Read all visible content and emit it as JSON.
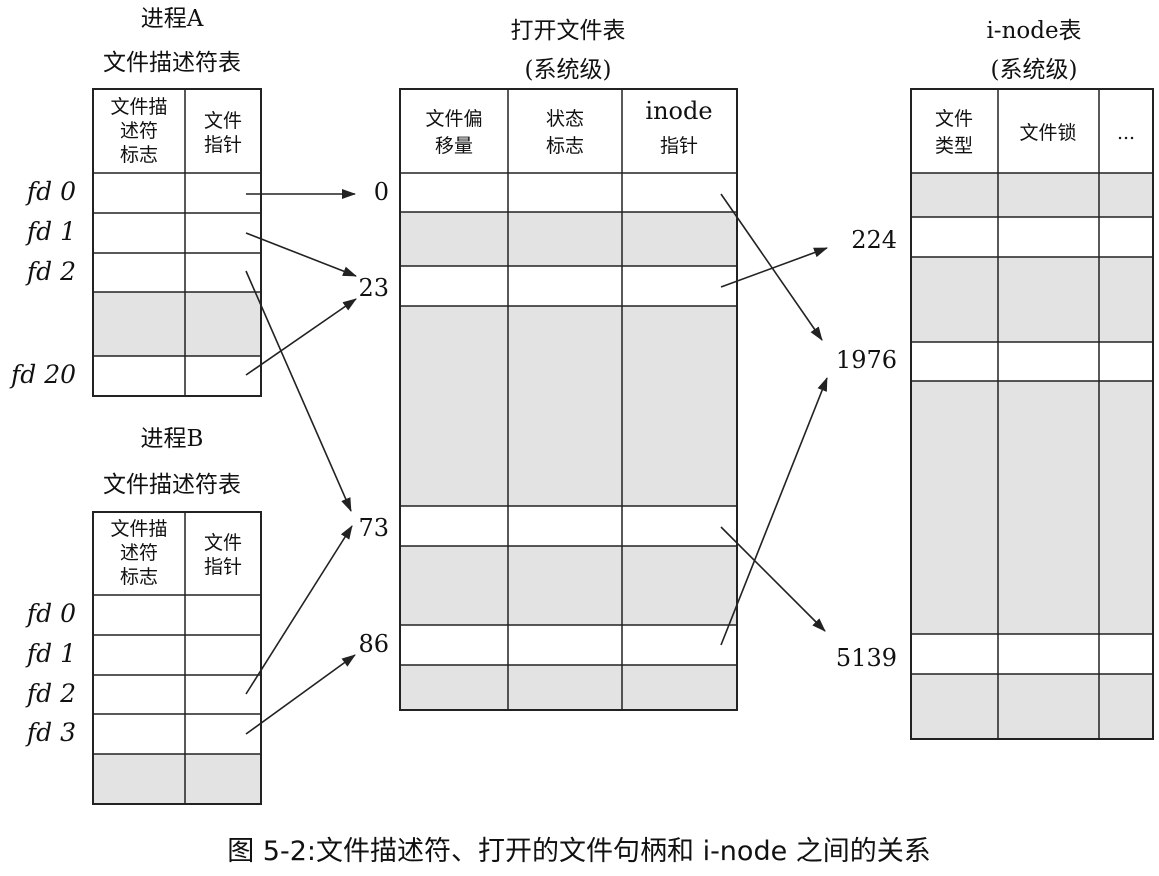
{
  "process_a": {
    "title_line1": "进程A",
    "title_line2": "文件描述符表",
    "col1_header": [
      "文件描",
      "述符",
      "标志"
    ],
    "col2_header": [
      "文件",
      "指针"
    ],
    "fd_labels": [
      "fd 0",
      "fd 1",
      "fd 2",
      "fd 20"
    ]
  },
  "process_b": {
    "title_line1": "进程B",
    "title_line2": "文件描述符表",
    "col1_header": [
      "文件描",
      "述符",
      "标志"
    ],
    "col2_header": [
      "文件",
      "指针"
    ],
    "fd_labels": [
      "fd 0",
      "fd 1",
      "fd 2",
      "fd 3"
    ]
  },
  "open_file_table": {
    "title_line1": "打开文件表",
    "title_line2": "(系统级)",
    "headers": [
      [
        "文件偏",
        "移量"
      ],
      [
        "状态",
        "标志"
      ],
      [
        "inode",
        "指针"
      ]
    ],
    "entry_labels": [
      "0",
      "23",
      "73",
      "86"
    ]
  },
  "inode_table": {
    "title_line1": "i-node表",
    "title_line2": "(系统级)",
    "headers": [
      [
        "文件",
        "类型"
      ],
      [
        "文件锁"
      ],
      [
        "..."
      ]
    ],
    "entry_labels": [
      "224",
      "1976",
      "5139"
    ]
  },
  "caption": "图 5-2:文件描述符、打开的文件句柄和 i-node 之间的关系",
  "colors": {
    "shade": "#e3e3e3",
    "line": "#222222",
    "text": "#111111"
  }
}
